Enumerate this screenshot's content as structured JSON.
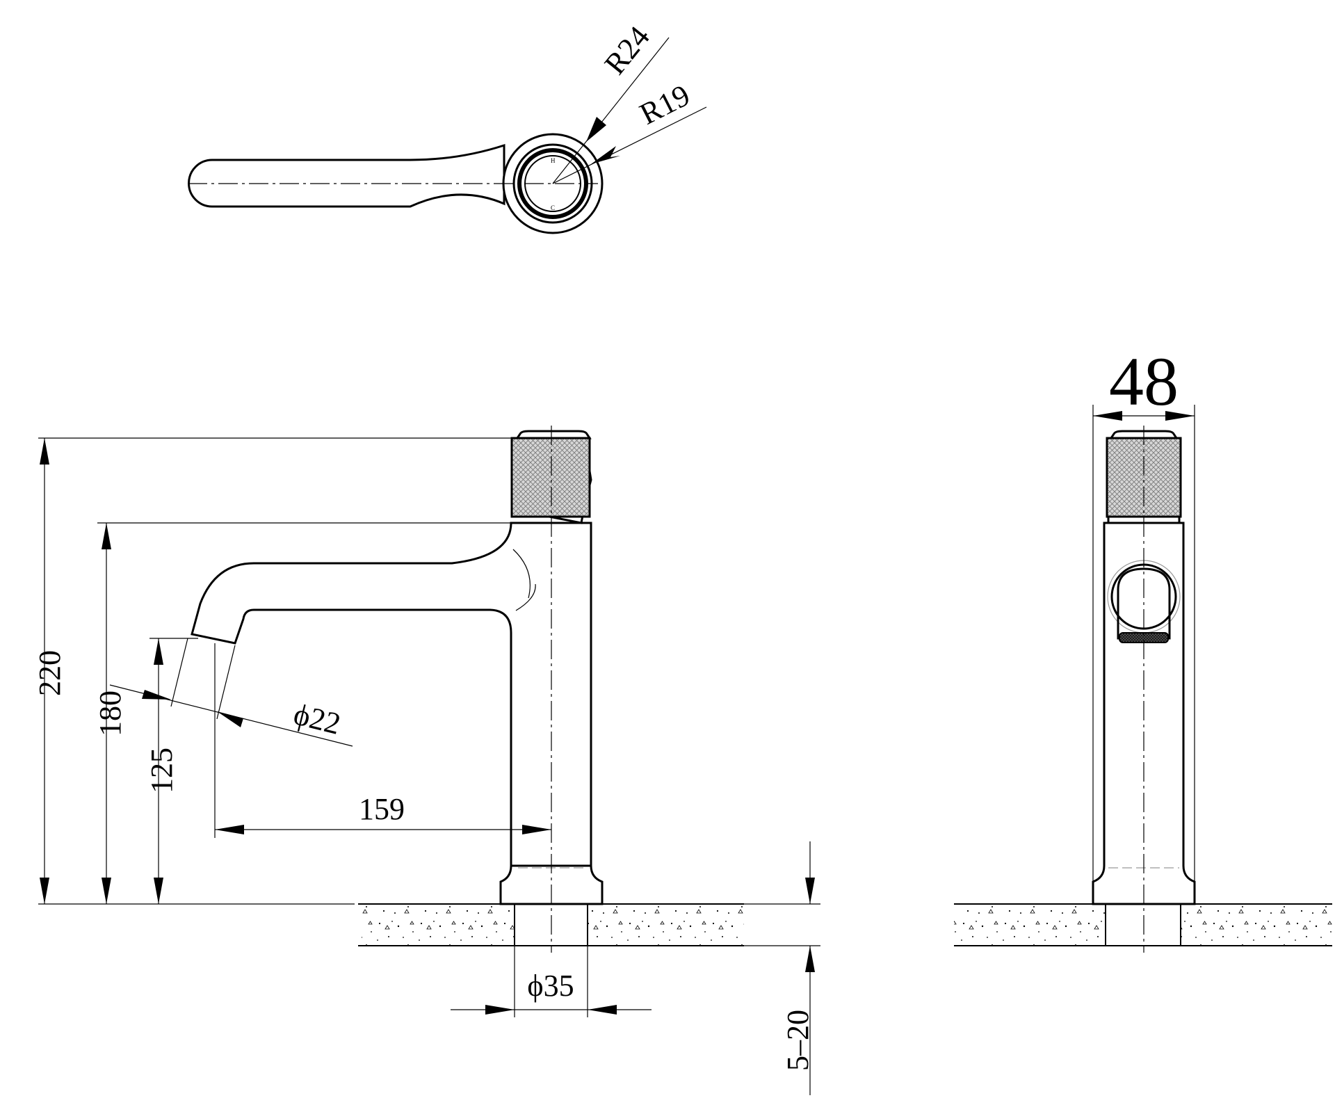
{
  "labels": {
    "r24": "R24",
    "r19": "R19",
    "handle_h": "H",
    "handle_c": "C",
    "h220": "220",
    "h180": "180",
    "h125": "125",
    "d22": "ϕ22",
    "l159": "159",
    "d35": "ϕ35",
    "t520": "5–20",
    "w48": "48"
  }
}
